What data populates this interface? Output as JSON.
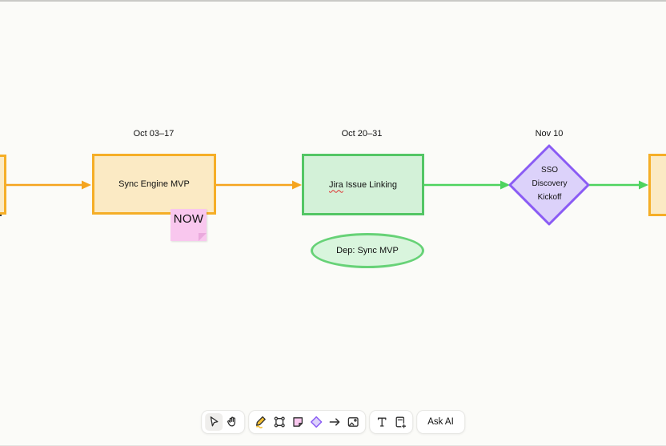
{
  "diagram": {
    "colors": {
      "canvas_bg": "#FBFBF8",
      "orange_border": "#F5AE27",
      "orange_fill": "#FBEAC4",
      "orange_arrow": "#F5A41E",
      "green_border": "#53C665",
      "green_fill": "#D3F1D8",
      "green_arrow": "#4ED35F",
      "ellipse_border": "#67D277",
      "ellipse_fill": "#D9F5DD",
      "purple_border": "#8A5BF4",
      "purple_fill": "#DCD2FA",
      "sticky_fill": "#F9C7EE",
      "sticky_fold": "#EAA9DD",
      "pencil_yellow": "#F5C033",
      "squiggle_red": "#E03131"
    },
    "date_labels": [
      {
        "text": "Oct 03–17"
      },
      {
        "text": "Oct 20–31"
      },
      {
        "text": "Nov 10"
      }
    ],
    "nodes": {
      "sync": {
        "label": "Sync Engine MVP"
      },
      "jira": {
        "word": "Jira",
        "rest": " Issue Linking"
      },
      "sso": {
        "label": "SSO\nDiscovery\nKickoff"
      },
      "dependency": {
        "label": "Dep: Sync MVP"
      },
      "sticky": {
        "label": "NOW"
      }
    },
    "connectors": [
      {
        "from": "offscreen-left",
        "to": "sync",
        "color": "orange"
      },
      {
        "from": "sync",
        "to": "jira",
        "color": "orange"
      },
      {
        "from": "jira",
        "to": "sso",
        "color": "green"
      },
      {
        "from": "sso",
        "to": "offscreen-right",
        "color": "green"
      }
    ]
  },
  "toolbar": {
    "tools": [
      {
        "name": "select",
        "selected": true
      },
      {
        "name": "hand",
        "selected": false
      },
      {
        "name": "draw",
        "selected": false
      },
      {
        "name": "transform",
        "selected": false
      },
      {
        "name": "sticky-note",
        "selected": false
      },
      {
        "name": "diamond-shape",
        "selected": false
      },
      {
        "name": "arrow",
        "selected": false
      },
      {
        "name": "image",
        "selected": false
      },
      {
        "name": "text",
        "selected": false
      },
      {
        "name": "frame",
        "selected": false
      }
    ],
    "ask_ai_label": "Ask AI"
  }
}
